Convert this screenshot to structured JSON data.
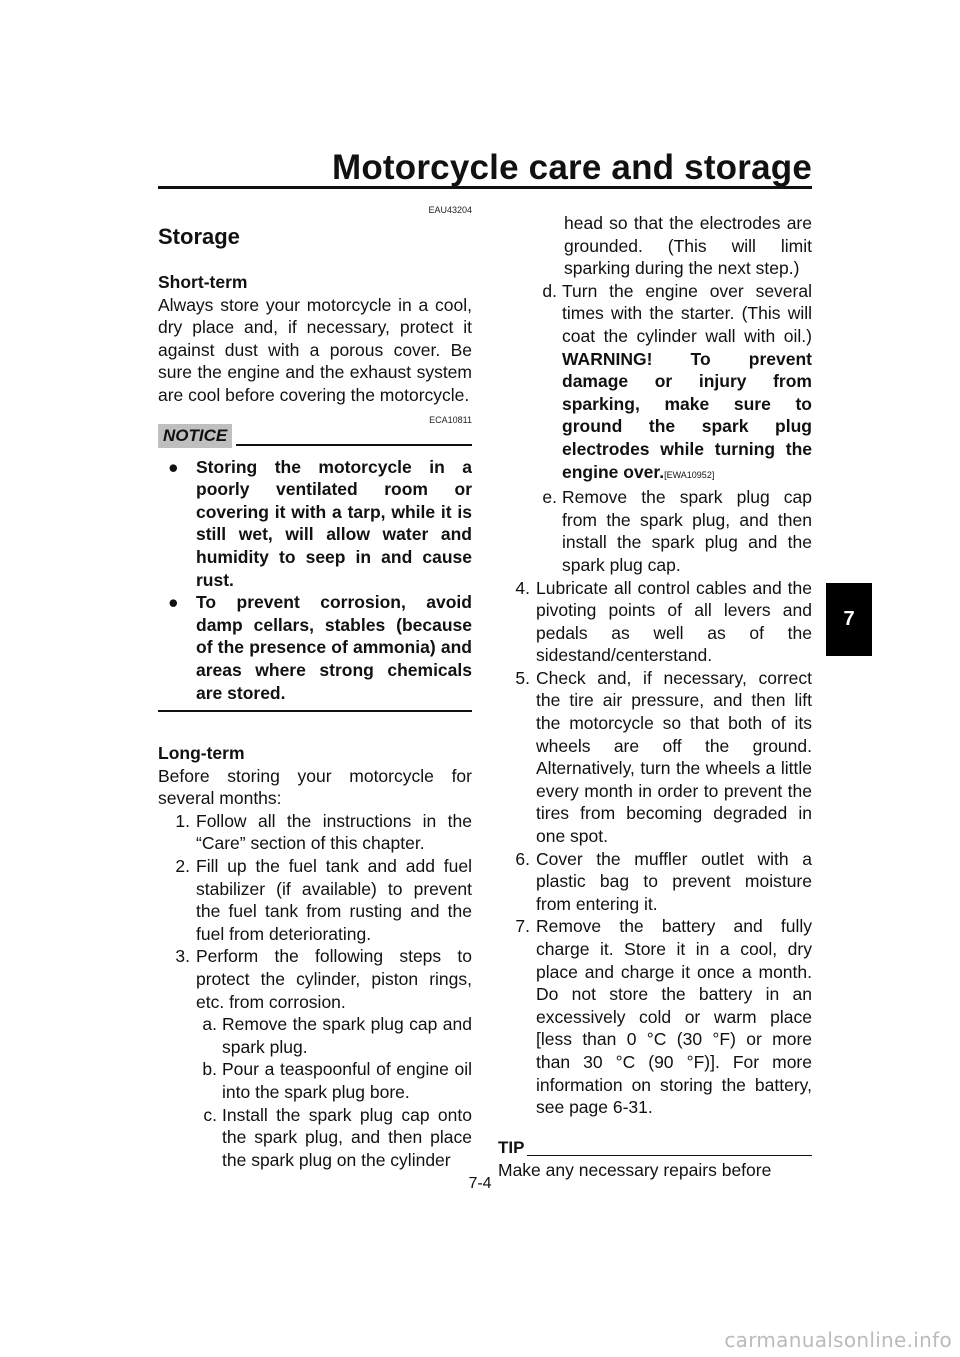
{
  "header": {
    "title": "Motorcycle care and storage"
  },
  "chapter_tab": "7",
  "page_number": "7-4",
  "watermark": "carmanualsonline.info",
  "storage": {
    "code": "EAU43204",
    "title": "Storage",
    "short_term": {
      "heading": "Short-term",
      "text": "Always store your motorcycle in a cool, dry place and, if necessary, protect it against dust with a porous cover. Be sure the engine and the exhaust system are cool before covering the motorcycle."
    },
    "notice": {
      "label": "NOTICE",
      "code": "ECA10811",
      "bullets": [
        "Storing the motorcycle in a poorly ventilated room or covering it with a tarp, while it is still wet, will allow water and humidity to seep in and cause rust.",
        "To prevent corrosion, avoid damp cellars, stables (because of the presence of ammonia) and areas where strong chemicals are stored."
      ]
    },
    "long_term": {
      "heading": "Long-term",
      "intro": "Before storing your motorcycle for several months:",
      "steps": [
        {
          "num": "1.",
          "text": "Follow all the instructions in the “Care” section of this chapter."
        },
        {
          "num": "2.",
          "text": "Fill up the fuel tank and add fuel stabilizer (if available) to prevent the fuel tank from rusting and the fuel from deteriorating."
        },
        {
          "num": "3.",
          "text": "Perform the following steps to protect the cylinder, piston rings, etc. from corrosion."
        }
      ],
      "substeps": [
        {
          "num": "a.",
          "text": "Remove the spark plug cap and spark plug."
        },
        {
          "num": "b.",
          "text": "Pour a teaspoonful of engine oil into the spark plug bore."
        },
        {
          "num": "c.",
          "text": "Install the spark plug cap onto the spark plug, and then place the spark plug on the cylinder"
        }
      ],
      "substep_c_cont": "head so that the electrodes are grounded. (This will limit sparking during the next step.)",
      "substep_d": {
        "num": "d.",
        "text": "Turn the engine over several times with the starter. (This will coat the cylinder wall with oil.)"
      },
      "warning": {
        "text": "WARNING! To prevent damage or injury from sparking, make sure to ground the spark plug electrodes while turning the engine over.",
        "code": "[EWA10952]"
      },
      "substep_e": {
        "num": "e.",
        "text": "Remove the spark plug cap from the spark plug, and then install the spark plug and the spark plug cap."
      },
      "steps_cont": [
        {
          "num": "4.",
          "text": "Lubricate all control cables and the pivoting points of all levers and pedals as well as of the sidestand/centerstand."
        },
        {
          "num": "5.",
          "text": "Check and, if necessary, correct the tire air pressure, and then lift the motorcycle so that both of its wheels are off the ground. Alternatively, turn the wheels a little every month in order to prevent the tires from becoming degraded in one spot."
        },
        {
          "num": "6.",
          "text": "Cover the muffler outlet with a plastic bag to prevent moisture from entering it."
        },
        {
          "num": "7.",
          "text": "Remove the battery and fully charge it. Store it in a cool, dry place and charge it once a month. Do not store the battery in an excessively cold or warm place [less than 0 °C (30 °F) or more than 30 °C (90 °F)]. For more information on storing the battery, see page 6-31."
        }
      ],
      "tip": {
        "label": "TIP",
        "text": "Make any necessary repairs before"
      }
    }
  }
}
